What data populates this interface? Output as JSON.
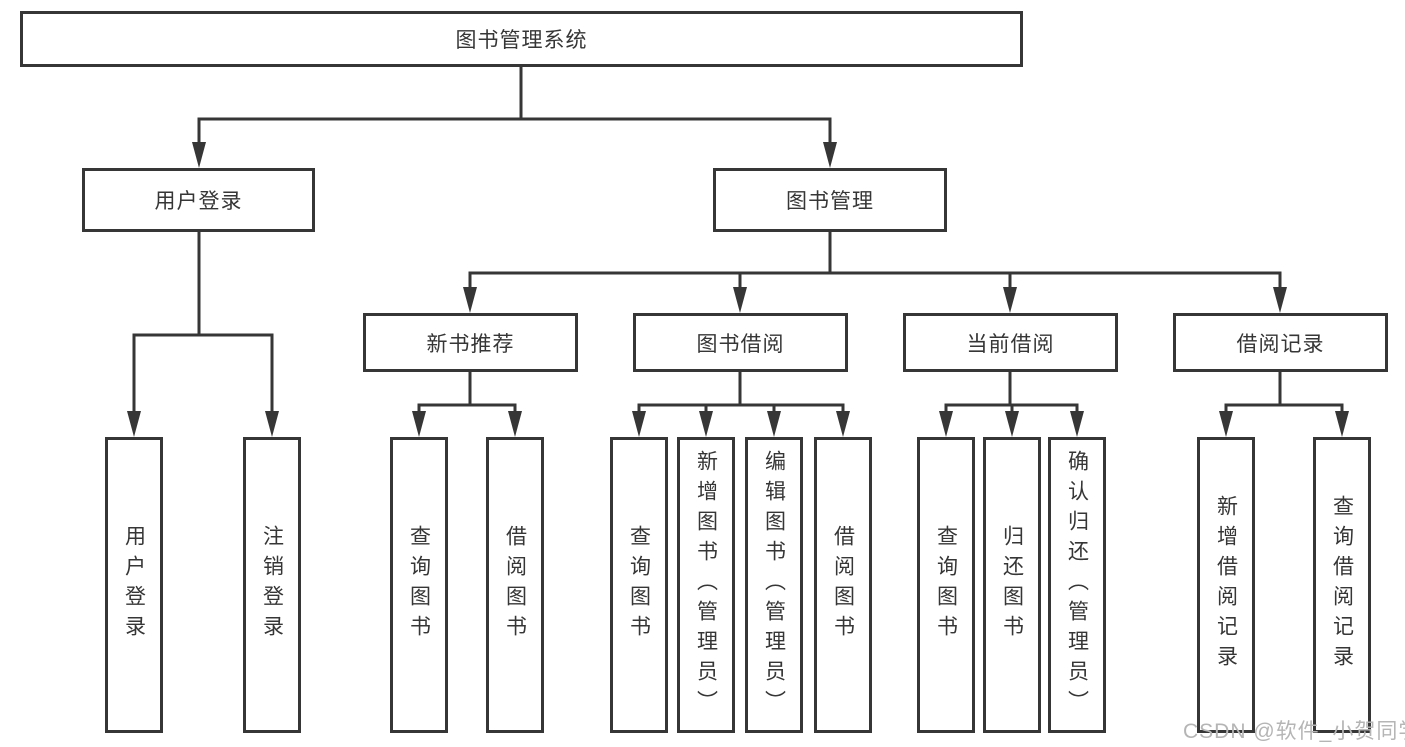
{
  "nodes": {
    "root": "图书管理系统",
    "user_login": "用户登录",
    "book_management": "图书管理",
    "new_book_recommend": "新书推荐",
    "book_borrow": "图书借阅",
    "current_borrow": "当前借阅",
    "borrow_record": "借阅记录",
    "ul_user_login": "用户登录",
    "ul_logout": "注销登录",
    "nb_query_book": "查询图书",
    "nb_borrow_book": "借阅图书",
    "bb_query_book": "查询图书",
    "bb_add_book": "新增图书（管理员）",
    "bb_edit_book": "编辑图书（管理员）",
    "bb_borrow_book": "借阅图书",
    "cb_query_book": "查询图书",
    "cb_return_book": "归还图书",
    "cb_confirm_return": "确认归还（管理员）",
    "br_add_record": "新增借阅记录",
    "br_query_record": "查询借阅记录"
  },
  "watermark": {
    "text": "CSDN @软件_小贺同学"
  },
  "colors": {
    "line": "#363636",
    "text": "#363636",
    "background": "#ffffff",
    "watermark": "#b5b5b5"
  }
}
